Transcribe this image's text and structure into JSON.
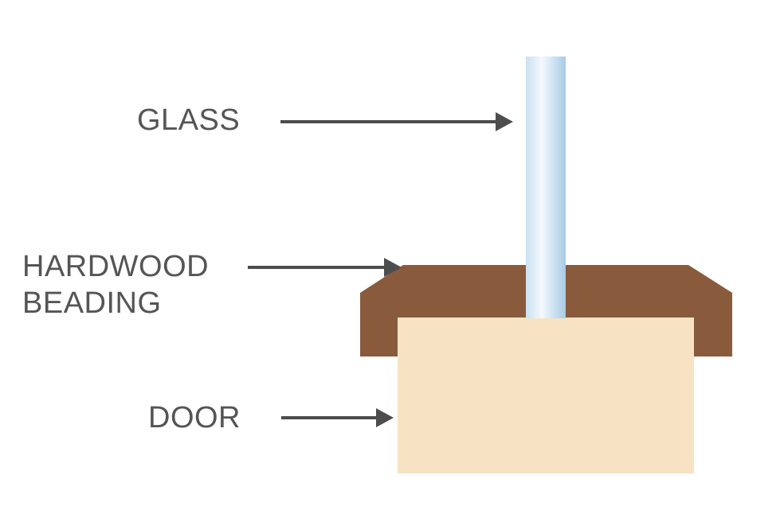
{
  "labels": {
    "glass": "GLASS",
    "beading_line1": "HARDWOOD",
    "beading_line2": "BEADING",
    "door": "DOOR"
  },
  "colors": {
    "label_text": "#555555",
    "arrow": "#4d4d4d",
    "beading": "#8a5a3c",
    "door": "#f7e3c3",
    "glass_edge": "#a9cde6",
    "glass_center": "#f2f8fd"
  }
}
